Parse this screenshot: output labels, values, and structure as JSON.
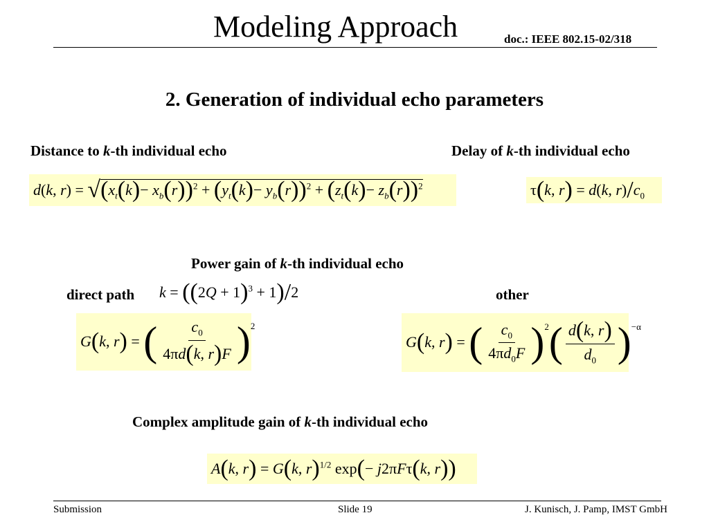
{
  "header": {
    "title": "Modeling Approach",
    "doc_ref": "doc.: IEEE 802.15-02/318"
  },
  "section_title": "2. Generation of individual echo parameters",
  "labels": {
    "distance_prefix": "Distance to ",
    "distance_k": "k",
    "distance_suffix": "-th individual echo",
    "delay_prefix": "Delay of ",
    "delay_k": "k",
    "delay_suffix": "-th individual echo",
    "power_prefix": "Power gain of ",
    "power_k": "k",
    "power_suffix": "-th individual echo",
    "direct_path": "direct path",
    "other": "other",
    "complex_prefix": "Complex amplitude gain of ",
    "complex_k": "k",
    "complex_suffix": "-th individual echo"
  },
  "footer": {
    "left": "Submission",
    "center": "Slide 19",
    "right": "J. Kunisch, J. Pamp, IMST GmbH"
  },
  "colors": {
    "equation_background": "#ffffcc"
  }
}
